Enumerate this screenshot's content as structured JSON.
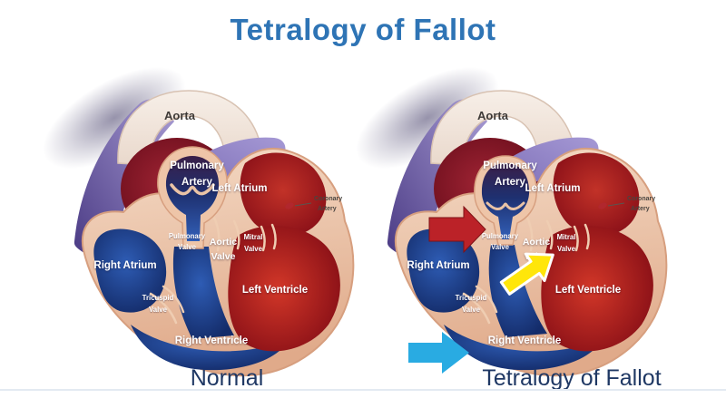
{
  "title": "Tetralogy of Fallot",
  "captions": {
    "left": "Normal",
    "right": "Tetralogy of Fallot"
  },
  "heart_labels": {
    "aorta": "Aorta",
    "pulmonary_artery": [
      "Pulmonary",
      "Artery"
    ],
    "left_atrium": "Left Atrium",
    "coronary_artery": [
      "Coronary",
      "Artery"
    ],
    "pulmonary_valve": [
      "Pulmonary",
      "Valve"
    ],
    "aortic_valve": [
      "Aortic",
      "Valve"
    ],
    "mitral_valve": [
      "Mitral",
      "Valve"
    ],
    "right_atrium": "Right Atrium",
    "tricuspid_valve": [
      "Tricuspid",
      "Valve"
    ],
    "left_ventricle": "Left Ventricle",
    "right_ventricle": "Right Ventricle"
  },
  "colors": {
    "title_text": "#2E74B5",
    "caption_text": "#1F3864",
    "stenosis_arrow": "#BB2228",
    "vsd_arrow": "#FFE60A",
    "hypertrophy_arrow": "#29ABE2",
    "heart_wall": "#EEC5A8",
    "oxygenated_chamber": "#A01820",
    "deoxygenated_chamber": "#1E3C8C",
    "vessel_purple": "#7A6AB4",
    "aorta_cream": "#F2E7DE"
  },
  "icons": {
    "stenosis_arrow": "red-right-arrow",
    "vsd_arrow": "yellow-up-right-arrow",
    "hypertrophy_arrow": "cyan-right-arrow"
  }
}
